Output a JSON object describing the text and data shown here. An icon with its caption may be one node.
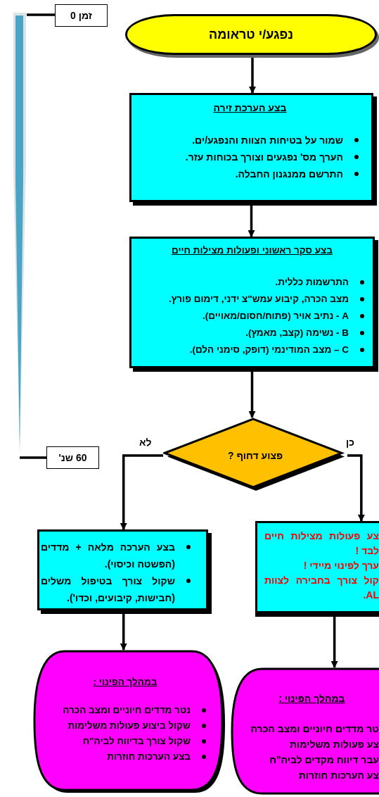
{
  "diagram": {
    "nodes": [
      {
        "text": [
          "נפגע/י טראומה"
        ]
      },
      {
        "text": [
          "בצע הערכת זירה",
          "שמור על בטיחות הצוות והנפגע/ים.",
          "הערך מס' נפגעים וצורך בכוחות עזר.",
          "התרשם ממנגנון החבלה."
        ]
      },
      {
        "text": [
          "בצע סקר ראשוני ופעולות מצילות חיים",
          "התרשמות כללית.",
          "מצב הכרה, קיבוע עמש\"צ ידני, דימום פורץ.",
          "A - נתיב אויר (פתוח/חסום/מאויים).",
          "B - נשימה (קצב, מאמץ).",
          "C – מצב המודינמי (דופק, סימני הלם)."
        ]
      },
      {
        "text": [
          "פצוע דחוף ?"
        ]
      },
      {
        "text": [
          "בצע הערכה מלאה + מדדים (הפשטה וכיסוי).",
          "שקול צורך בטיפול משלים (חבישות, קיבועים, וכדו')."
        ]
      },
      {
        "text": [
          "צע פעולות מצילות חיים לבד !",
          "ערך לפינוי מיידי !",
          "קול צורך בחבירה לצוות AL."
        ]
      },
      {
        "text": [
          "במהלך הפינוי :",
          "נטר מדדים חיוניים ומצב הכרה",
          "שקול ביצוע פעולות משלימות",
          "שקול צורך בדיווח לביה\"ח",
          "בצע הערכות חוזרות"
        ]
      },
      {
        "text": [
          "במהלך הפינוי :",
          "טר מדדים חיוניים ומצב הכרה",
          "צע פעולות משלימות",
          "עבר דיווח מקדים לביה\"ח",
          "צע הערכות חוזרות"
        ]
      },
      {
        "text": [],
        "shape": "arrow"
      },
      {
        "text": [
          "זמן 0"
        ]
      },
      {
        "text": [
          "60 שנ'"
        ]
      }
    ],
    "edges": [
      {
        "from": 0,
        "to": 1,
        "arrow": "to"
      },
      {
        "from": 1,
        "to": 2,
        "arrow": "to"
      },
      {
        "from": 2,
        "to": 3,
        "arrow": "to"
      },
      {
        "from": 3,
        "to": 4,
        "arrow": "to",
        "label": "לא"
      },
      {
        "from": 3,
        "to": 5,
        "arrow": "to",
        "label": "כן"
      },
      {
        "from": 4,
        "to": 6,
        "arrow": "to"
      },
      {
        "from": 5,
        "to": 7,
        "arrow": "to"
      },
      {
        "from": 9,
        "to": 8,
        "arrow": "none"
      },
      {
        "from": 10,
        "to": 8,
        "arrow": "none"
      }
    ]
  }
}
